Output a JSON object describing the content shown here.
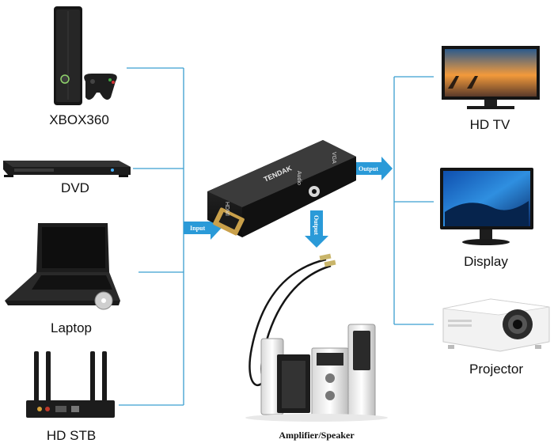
{
  "inputs": [
    {
      "label": "XBOX360"
    },
    {
      "label": "DVD"
    },
    {
      "label": "Laptop"
    },
    {
      "label": "HD STB"
    }
  ],
  "outputs": [
    {
      "label": "HD TV"
    },
    {
      "label": "Display"
    },
    {
      "label": "Projector"
    }
  ],
  "adapter": {
    "brand": "TENDAK",
    "port_hdmi": "HDMI",
    "port_vga": "VGA",
    "port_audio": "Audio"
  },
  "arrows": {
    "input": "Input",
    "output_right": "Output",
    "output_down": "Output"
  },
  "speaker": {
    "label": "Amplifier/Speaker"
  },
  "colors": {
    "line": "#3a9fd0",
    "arrow": "#2a9ad8",
    "device": "#1b1b1b"
  }
}
